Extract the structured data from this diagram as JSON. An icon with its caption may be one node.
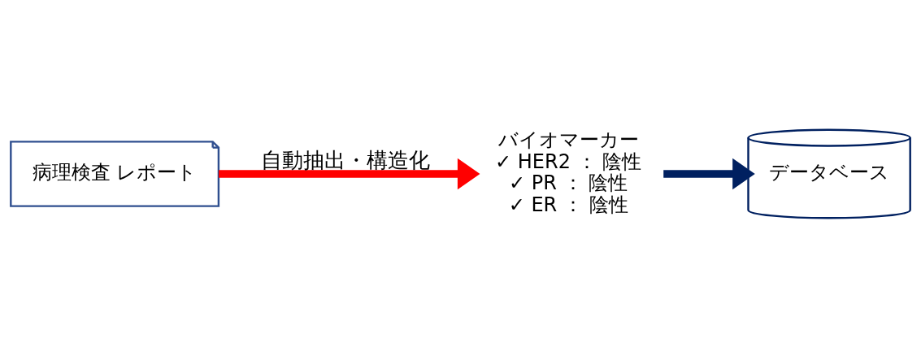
{
  "diagram": {
    "nodes": [
      {
        "text": [
          "病理検査 レポート"
        ]
      },
      {
        "text": [
          "バイオマーカー",
          "✓ HER2 ： 陰性",
          "✓ PR ： 陰性",
          "✓ ER ： 陰性"
        ]
      },
      {
        "text": [
          "データベース"
        ]
      }
    ],
    "edges": [
      {
        "from": 0,
        "to": 1,
        "arrow": "to",
        "label": "自動抽出・構造化",
        "color": "#ff0000"
      },
      {
        "from": 1,
        "to": 2,
        "arrow": "to",
        "color": "#002060"
      }
    ]
  }
}
